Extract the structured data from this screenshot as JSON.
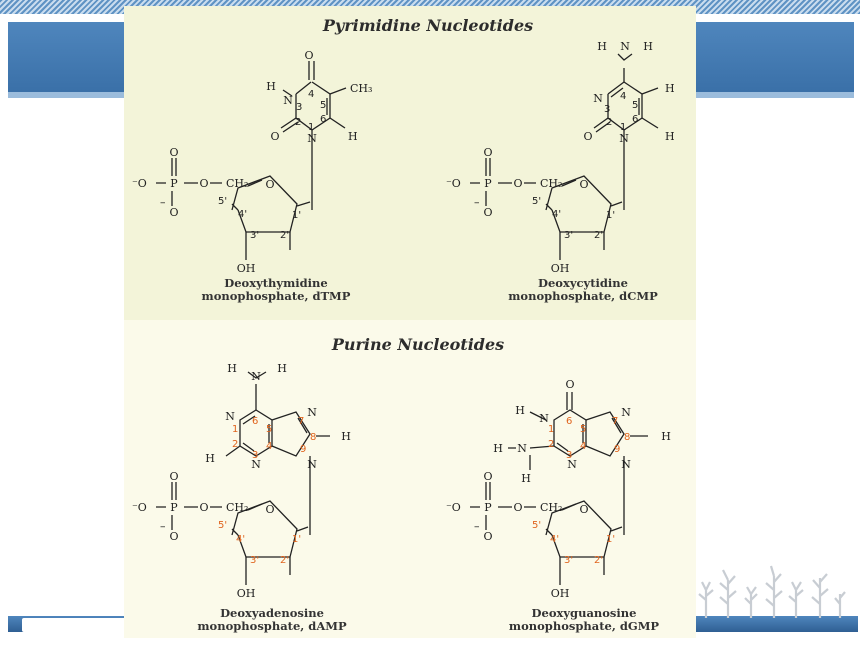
{
  "slide": {
    "accent": "#4a80b8",
    "panel_colors": [
      "#f3f4d9",
      "#fbfaea"
    ],
    "decoration": "plant-silhouette-icon"
  },
  "pyrimidine": {
    "title": "Pyrimidine Nucleotides",
    "dtmp": {
      "caption_line1": "Deoxythymidine",
      "caption_line2": "monophosphate, dTMP"
    },
    "dcmp": {
      "caption_line1": "Deoxycytidine",
      "caption_line2": "monophosphate, dCMP"
    }
  },
  "purine": {
    "title": "Purine Nucleotides",
    "damp": {
      "caption_line1": "Deoxyadenosine",
      "caption_line2": "monophosphate, dAMP"
    },
    "dgmp": {
      "caption_line1": "Deoxyguanosine",
      "caption_line2": "monophosphate, dGMP"
    }
  },
  "labels": {
    "H": "H",
    "N": "N",
    "O": "O",
    "C": "C",
    "P": "P",
    "OH": "OH",
    "CH3": "CH₃",
    "CH2": "CH₂",
    "minusO": "⁻O",
    "minus": "–"
  },
  "ring_numbers": {
    "pyr": [
      "1",
      "2",
      "3",
      "4",
      "5",
      "6"
    ],
    "pur": [
      "1",
      "2",
      "3",
      "4",
      "5",
      "6",
      "7",
      "8",
      "9"
    ],
    "sugar": [
      "1'",
      "2'",
      "3'",
      "4'",
      "5'"
    ]
  }
}
